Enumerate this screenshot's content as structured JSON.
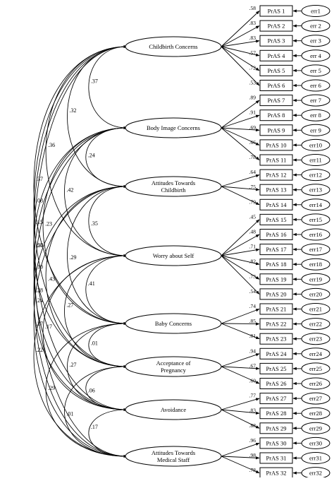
{
  "latents": [
    {
      "id": "l1",
      "lines": [
        "Childbirth Concerns"
      ]
    },
    {
      "id": "l2",
      "lines": [
        "Body Image Concerns"
      ]
    },
    {
      "id": "l3",
      "lines": [
        "Attitudes Towards",
        "Childbirth"
      ]
    },
    {
      "id": "l4",
      "lines": [
        "Worry about Self"
      ]
    },
    {
      "id": "l5",
      "lines": [
        "Baby Concerns"
      ]
    },
    {
      "id": "l6",
      "lines": [
        "Acceptance of",
        "Pregnancy"
      ]
    },
    {
      "id": "l7",
      "lines": [
        "Avoidance"
      ]
    },
    {
      "id": "l8",
      "lines": [
        "Attitudes Towards",
        "Medical Staff"
      ]
    }
  ],
  "indicators": [
    {
      "label": "PrAS 1",
      "error": "err1",
      "latent": 0,
      "loading": ".58"
    },
    {
      "label": "PrAS 2",
      "error": "err 2",
      "latent": 0,
      "loading": ".83"
    },
    {
      "label": "PrAS 3",
      "error": "err 3",
      "latent": 0,
      "loading": ".83"
    },
    {
      "label": "PrAS 4",
      "error": "err 4",
      "latent": 0,
      "loading": ".57"
    },
    {
      "label": "PrAS 5",
      "error": "err 5",
      "latent": 0,
      "loading": ".72"
    },
    {
      "label": "PrAS 6",
      "error": "err 6",
      "latent": 0,
      "loading": ".53"
    },
    {
      "label": "PrAS 7",
      "error": "err 7",
      "latent": 1,
      "loading": ".89"
    },
    {
      "label": "PrAS 8",
      "error": "err 8",
      "latent": 1,
      "loading": ".91"
    },
    {
      "label": "PrAS 9",
      "error": "err 9",
      "latent": 1,
      "loading": ".69"
    },
    {
      "label": "PrAS 10",
      "error": "err10",
      "latent": 1,
      "loading": ".66"
    },
    {
      "label": "PrAS 11",
      "error": "err11",
      "latent": 1,
      "loading": ".78"
    },
    {
      "label": "PrAS 12",
      "error": "err12",
      "latent": 2,
      "loading": ".64"
    },
    {
      "label": "PrAS 13",
      "error": "err13",
      "latent": 2,
      "loading": ".75"
    },
    {
      "label": "PrAS 14",
      "error": "err14",
      "latent": 2,
      "loading": ".79"
    },
    {
      "label": "PrAS 15",
      "error": "err15",
      "latent": 3,
      "loading": ".45"
    },
    {
      "label": "PrAS 16",
      "error": "err16",
      "latent": 3,
      "loading": ".48"
    },
    {
      "label": "PrAS 17",
      "error": "err17",
      "latent": 3,
      "loading": ".71"
    },
    {
      "label": "PrAS 18",
      "error": "err18",
      "latent": 3,
      "loading": ".82"
    },
    {
      "label": "PrAS 19",
      "error": "err19",
      "latent": 3,
      "loading": ".73"
    },
    {
      "label": "PrAS 20",
      "error": "err20",
      "latent": 3,
      "loading": ".54"
    },
    {
      "label": "PrAS 21",
      "error": "err21",
      "latent": 4,
      "loading": ".74"
    },
    {
      "label": "PrAS 22",
      "error": "err22",
      "latent": 4,
      "loading": ".85"
    },
    {
      "label": "PrAS 23",
      "error": "err23",
      "latent": 4,
      "loading": ".81"
    },
    {
      "label": "PrAS 24",
      "error": "err24",
      "latent": 5,
      "loading": ".94"
    },
    {
      "label": "PrAS 25",
      "error": "err25",
      "latent": 5,
      "loading": ".67"
    },
    {
      "label": "PrAS 26",
      "error": "err26",
      "latent": 5,
      "loading": ".60"
    },
    {
      "label": "PrAS 27",
      "error": "err27",
      "latent": 6,
      "loading": ".77"
    },
    {
      "label": "PrAS 28",
      "error": "err28",
      "latent": 6,
      "loading": ".83"
    },
    {
      "label": "PrAS 29",
      "error": "err29",
      "latent": 6,
      "loading": ".88"
    },
    {
      "label": "PrAS 30",
      "error": "err30",
      "latent": 7,
      "loading": ".96"
    },
    {
      "label": "PrAS 31",
      "error": "err31",
      "latent": 7,
      "loading": ".98"
    },
    {
      "label": "PrAS 32",
      "error": "err32",
      "latent": 7,
      "loading": ".78"
    }
  ],
  "correlations": [
    {
      "from": 0,
      "to": 1,
      "value": ".37"
    },
    {
      "from": 0,
      "to": 2,
      "value": ".32"
    },
    {
      "from": 0,
      "to": 3,
      "value": ".36"
    },
    {
      "from": 0,
      "to": 4,
      "value": ".37"
    },
    {
      "from": 0,
      "to": 5,
      "value": ".08"
    },
    {
      "from": 0,
      "to": 6,
      "value": ".15"
    },
    {
      "from": 0,
      "to": 7,
      "value": ".57"
    },
    {
      "from": 1,
      "to": 2,
      "value": ".24"
    },
    {
      "from": 1,
      "to": 3,
      "value": ".42"
    },
    {
      "from": 1,
      "to": 4,
      "value": ".23"
    },
    {
      "from": 1,
      "to": 5,
      "value": ".20"
    },
    {
      "from": 1,
      "to": 6,
      "value": ".10"
    },
    {
      "from": 1,
      "to": 7,
      "value": ".28"
    },
    {
      "from": 2,
      "to": 3,
      "value": ".35"
    },
    {
      "from": 2,
      "to": 4,
      "value": ".29"
    },
    {
      "from": 2,
      "to": 5,
      "value": ".43"
    },
    {
      "from": 2,
      "to": 6,
      "value": ".24"
    },
    {
      "from": 2,
      "to": 7,
      "value": ".27"
    },
    {
      "from": 3,
      "to": 4,
      "value": ".41"
    },
    {
      "from": 3,
      "to": 5,
      "value": ".27"
    },
    {
      "from": 3,
      "to": 6,
      "value": ".17"
    },
    {
      "from": 3,
      "to": 7,
      "value": ".22"
    },
    {
      "from": 4,
      "to": 5,
      "value": ".01"
    },
    {
      "from": 4,
      "to": 6,
      "value": ".27"
    },
    {
      "from": 4,
      "to": 7,
      "value": ".29"
    },
    {
      "from": 5,
      "to": 6,
      "value": ".06"
    },
    {
      "from": 5,
      "to": 7,
      "value": ".01"
    },
    {
      "from": 6,
      "to": 7,
      "value": ".17"
    }
  ]
}
